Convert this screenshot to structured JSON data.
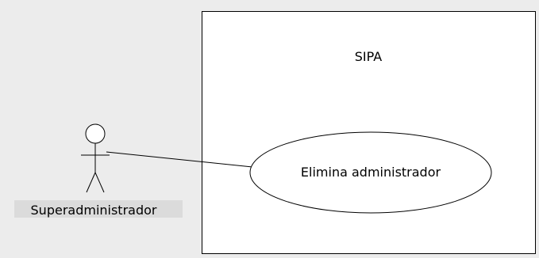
{
  "diagram": {
    "system": {
      "name": "SIPA"
    },
    "actor": {
      "name": "Superadministrador"
    },
    "use_case": {
      "name": "Elimina administrador"
    },
    "colors": {
      "background": "#ececec",
      "system_fill": "#ffffff",
      "stroke": "#000000",
      "actor_label_shadow": "#bdbdbd"
    }
  }
}
